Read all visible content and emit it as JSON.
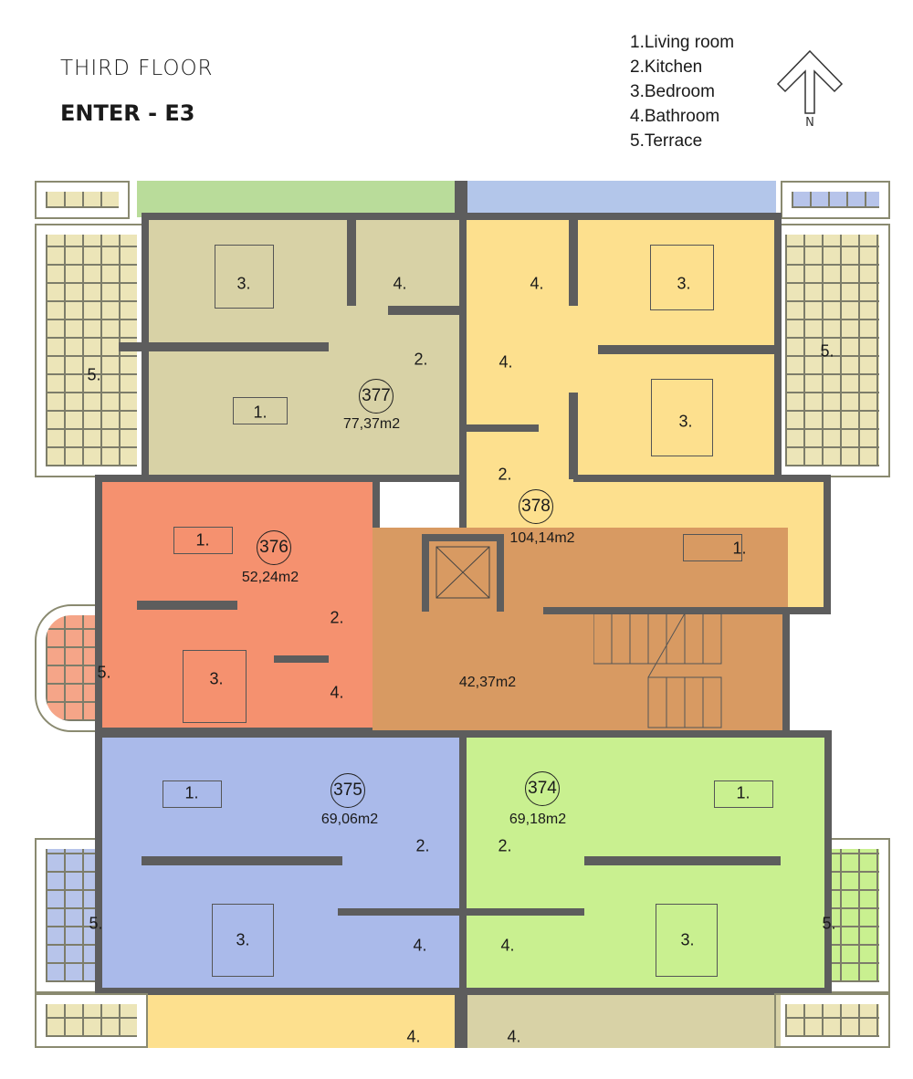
{
  "header": {
    "title": "THIRD FLOOR",
    "subtitle": "ENTER - E3"
  },
  "legend": {
    "items": [
      "1.Living room",
      "2.Kitchen",
      "3.Bedroom",
      "4.Bathroom",
      "5.Terrace"
    ]
  },
  "compass": {
    "label": "N",
    "icon": "north-arrow-icon"
  },
  "colors": {
    "u377": "#d8d2a6",
    "u378": "#fde08e",
    "u376": "#f5916f",
    "hall": "#d89a62",
    "u375": "#aabaea",
    "u374": "#c9f090",
    "wall": "#5d5d5d"
  },
  "rooms": {
    "living": "1.",
    "kitchen": "2.",
    "bedroom": "3.",
    "bathroom": "4.",
    "terrace": "5."
  },
  "units": {
    "u377": {
      "number": "377",
      "area": "77,37m2"
    },
    "u378": {
      "number": "378",
      "area": "104,14m2"
    },
    "u376": {
      "number": "376",
      "area": "52,24m2"
    },
    "u375": {
      "number": "375",
      "area": "69,06m2"
    },
    "u374": {
      "number": "374",
      "area": "69,18m2"
    }
  },
  "hall": {
    "area": "42,37m2"
  }
}
